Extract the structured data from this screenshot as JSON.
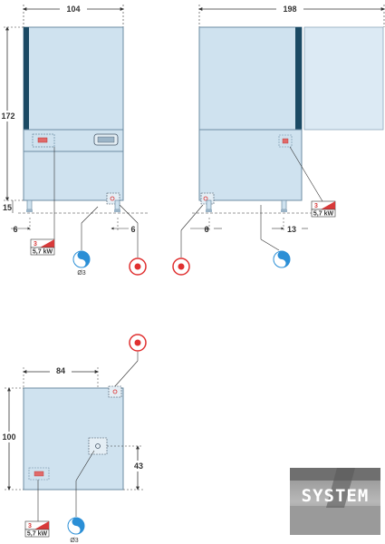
{
  "front_view": {
    "width_dim": "104",
    "height_dim": "172",
    "leg_dim": "15",
    "left_offset_dim": "6",
    "right_offset_dim": "6",
    "power_label": {
      "phase": "3",
      "kw": "5,7 kW"
    },
    "water_label": "Ø3"
  },
  "side_view": {
    "depth_dim": "198",
    "left_offset_dim": "6",
    "right_offset_dim": "13",
    "power_label": {
      "phase": "3",
      "kw": "5,7 kW"
    }
  },
  "top_view": {
    "width_dim": "84",
    "depth_dim": "100",
    "drain_offset_dim": "43",
    "power_label": {
      "phase": "3",
      "kw": "5,7 kW"
    },
    "water_label": "Ø3"
  },
  "logo": {
    "text": "SYSTEM"
  },
  "colors": {
    "panel_fill": "#cfe2ef",
    "panel_stroke": "#6c8ca3",
    "accent_bar": "#1b4a64",
    "drain_red": "#e03030",
    "water_blue": "#2b8fd6",
    "dim_line": "#333333"
  },
  "icons": [
    "drain-connection-icon",
    "water-inlet-icon",
    "electric-connection-icon"
  ]
}
